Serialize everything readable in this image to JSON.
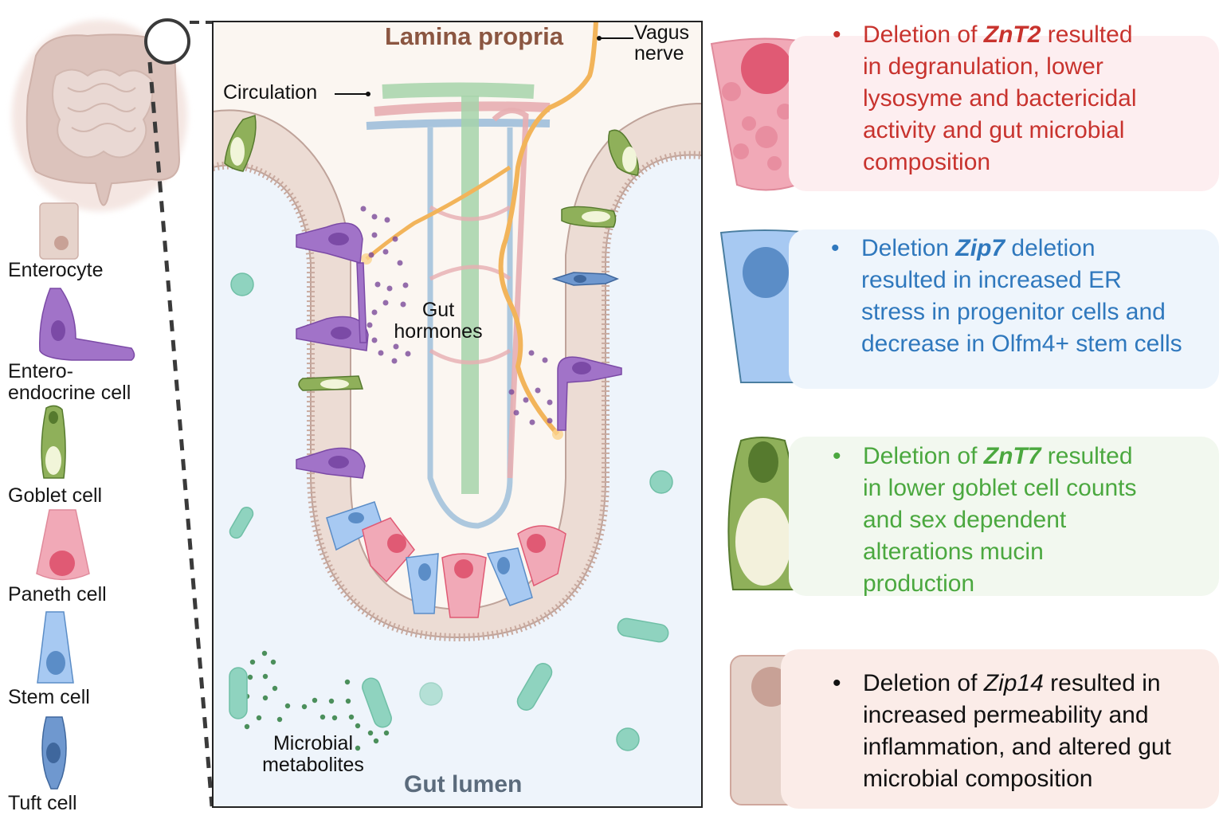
{
  "figure": {
    "overview": {
      "organ": "intestine",
      "zoom_region": "magnified crypt"
    },
    "legend": {
      "items": [
        {
          "label": "Enterocyte",
          "color": "#e6d3cb",
          "nucleus": "#c8a196"
        },
        {
          "label_line1": "Entero-",
          "label_line2": "endocrine cell",
          "color": "#a173c8",
          "nucleus": "#7b4aa6"
        },
        {
          "label": "Goblet cell",
          "color": "#8fb05a",
          "nucleus": "#567a2e"
        },
        {
          "label": "Paneth cell",
          "color": "#f1a9b7",
          "nucleus": "#e05a74"
        },
        {
          "label": "Stem cell",
          "color": "#a7c9f2",
          "nucleus": "#5b8dc7"
        },
        {
          "label": "Tuft cell",
          "color": "#6f98cf",
          "nucleus": "#3f679d"
        }
      ]
    },
    "crypt": {
      "top_title": "Lamina propria",
      "bottom_title": "Gut lumen",
      "labels": {
        "circulation": "Circulation",
        "vagus_line1": "Vagus",
        "vagus_line2": "nerve",
        "hormones_line1": "Gut",
        "hormones_line2": "hormones",
        "metabolites_line1": "Microbial",
        "metabolites_line2": "metabolites"
      },
      "colors": {
        "lamina_propria_bg": "#fbf6f1",
        "lumen_bg": "#eef4fb",
        "title_lamina": "#8b5641",
        "title_lumen": "#5b6b7c",
        "nerve": "#f2b45a",
        "vessel_green": "#a6d3aa",
        "vessel_red": "#e7aeb1",
        "vessel_blue": "#9fbfda",
        "hormone_dots": "#7a4a9a",
        "metabolite_dots": "#2e7d3e",
        "bacteria": "#8fd3bf"
      }
    },
    "findings": [
      {
        "cell": "Paneth cell",
        "prefix": "Deletion of ",
        "gene": "ZnT2",
        "lines": [
          "resulted",
          "in degranulation, lower",
          "lysosyme and bactericidal",
          "activity and gut microbial",
          "composition"
        ],
        "text_color": "#c8332e",
        "panel_color": "#fdeef0"
      },
      {
        "cell": "Stem cell",
        "prefix": "Deletion ",
        "gene": "Zip7",
        "lines": [
          "deletion",
          "resulted in increased ER",
          "stress in progenitor cells and",
          "decrease in Olfm4+ stem cells"
        ],
        "text_color": "#2f78bd",
        "panel_color": "#eef5fc"
      },
      {
        "cell": "Goblet cell",
        "prefix": "Deletion of ",
        "gene": "ZnT7",
        "lines": [
          "resulted",
          "in lower goblet cell counts",
          "and sex dependent",
          "alterations mucin",
          "production"
        ],
        "text_color": "#4ba83f",
        "panel_color": "#f2f8ef"
      },
      {
        "cell": "Enterocyte",
        "prefix": "Deletion of ",
        "gene": "Zip14",
        "lines": [
          "resulted in",
          "increased permeability and",
          "inflammation, and altered gut",
          "microbial composition"
        ],
        "text_color": "#111111",
        "panel_color": "#fbece8"
      }
    ]
  }
}
